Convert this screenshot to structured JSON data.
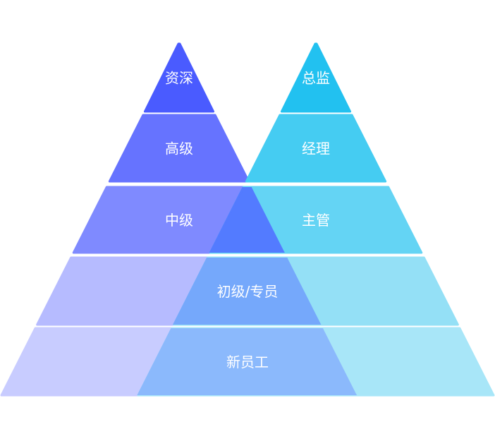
{
  "left_pyramid": {
    "layers": [
      {
        "label": "资深",
        "color": "#4a5bff"
      },
      {
        "label": "高级",
        "color": "#6673ff"
      },
      {
        "label": "中级",
        "color": "#7f8aff"
      },
      {
        "label": "",
        "color": "#b6bbff"
      },
      {
        "label": "",
        "color": "#c8ccff"
      }
    ]
  },
  "right_pyramid": {
    "layers": [
      {
        "label": "总监",
        "color": "#22c1f0"
      },
      {
        "label": "经理",
        "color": "#45ccf2"
      },
      {
        "label": "主管",
        "color": "#64d4f4"
      },
      {
        "label": "",
        "color": "#94e0f6"
      },
      {
        "label": "",
        "color": "#a8e6f8"
      }
    ]
  },
  "overlap": {
    "layers": [
      {
        "label": "",
        "color": ""
      },
      {
        "label": "",
        "color": ""
      },
      {
        "label": "",
        "color": "#537bff"
      },
      {
        "label": "初级/专员",
        "color": "#75a8fb"
      },
      {
        "label": "新员工",
        "color": "#8bb9fc"
      }
    ]
  }
}
